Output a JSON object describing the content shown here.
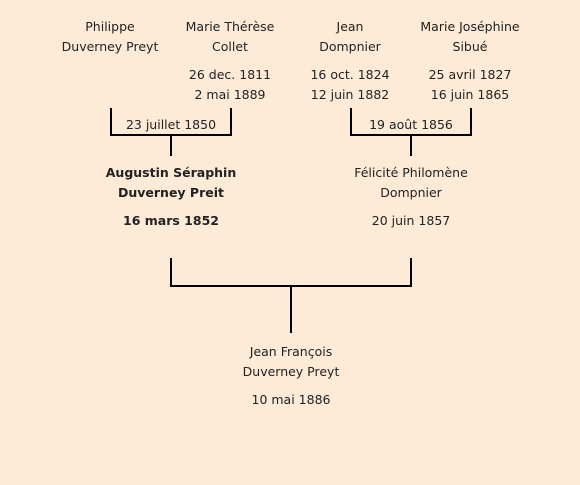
{
  "grandparents": {
    "p1": {
      "first": "Philippe",
      "last": "Duverney Preyt",
      "birth": "",
      "death": ""
    },
    "p2": {
      "first": "Marie Thérèse",
      "last": "Collet",
      "birth": "26 dec. 1811",
      "death": "2 mai 1889"
    },
    "p3": {
      "first": "Jean",
      "last": "Dompnier",
      "birth": "16 oct. 1824",
      "death": "12 juin 1882"
    },
    "p4": {
      "first": "Marie Joséphine",
      "last": "Sibué",
      "birth": "25 avril 1827",
      "death": "16 juin 1865"
    }
  },
  "marriages": {
    "left": "23 juillet 1850",
    "right": "19 août 1856"
  },
  "parents": {
    "father": {
      "first": "Augustin Séraphin",
      "last": "Duverney Preit",
      "birth": "16 mars 1852"
    },
    "mother": {
      "first": "Félicité Philomène",
      "last": "Dompnier",
      "birth": "20 juin 1857"
    }
  },
  "child": {
    "first": "Jean François",
    "last": "Duverney Preyt",
    "birth": "10 mai 1886"
  }
}
